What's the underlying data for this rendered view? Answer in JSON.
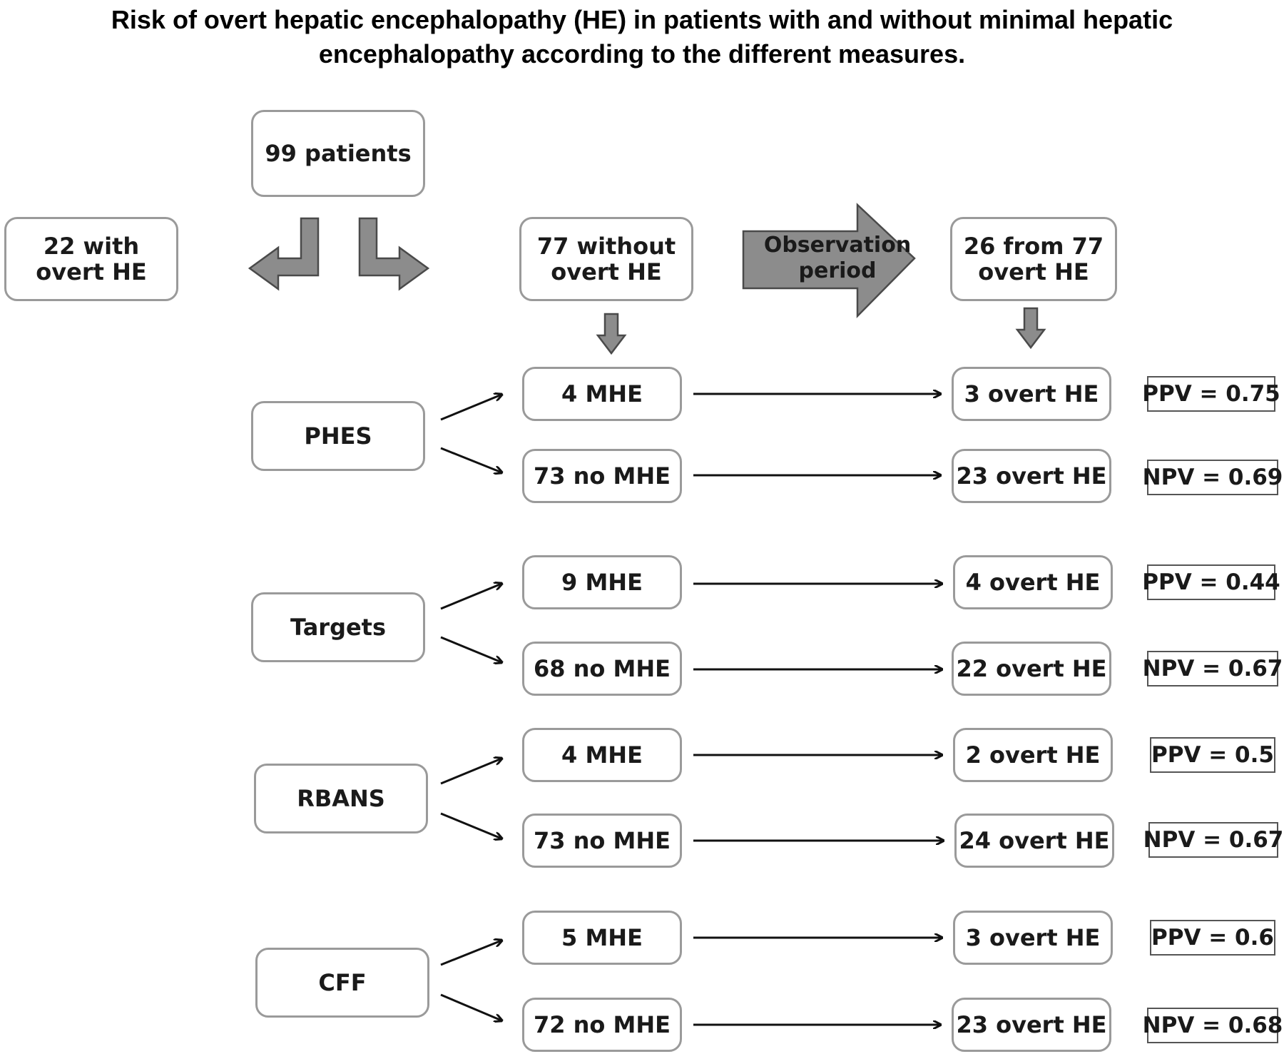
{
  "title": {
    "line1": "Risk of overt hepatic encephalopathy (HE) in patients with and without minimal hepatic",
    "line2": "encephalopathy according to the different measures."
  },
  "top": {
    "total": "99 patients",
    "with_he": [
      "22 with",
      "overt HE"
    ],
    "without_he": [
      "77 without",
      "overt HE"
    ],
    "observation": [
      "Observation",
      "period"
    ],
    "followup": [
      "26 from 77",
      "overt HE"
    ]
  },
  "measures": [
    {
      "name": "PHES",
      "mhe": "4 MHE",
      "mhe_outcome": "3 overt HE",
      "ppv": "PPV = 0.75",
      "no_mhe": "73 no MHE",
      "no_mhe_outcome": "23 overt HE",
      "npv": "NPV = 0.69"
    },
    {
      "name": "Targets",
      "mhe": "9 MHE",
      "mhe_outcome": "4 overt HE",
      "ppv": "PPV = 0.44",
      "no_mhe": "68 no MHE",
      "no_mhe_outcome": "22 overt HE",
      "npv": "NPV = 0.67"
    },
    {
      "name": "RBANS",
      "mhe": "4 MHE",
      "mhe_outcome": "2 overt HE",
      "ppv": "PPV = 0.5",
      "no_mhe": "73 no MHE",
      "no_mhe_outcome": "24 overt HE",
      "npv": "NPV = 0.67"
    },
    {
      "name": "CFF",
      "mhe": "5 MHE",
      "mhe_outcome": "3 overt HE",
      "ppv": "PPV = 0.6",
      "no_mhe": "72 no MHE",
      "no_mhe_outcome": "23 overt HE",
      "npv": "NPV = 0.68"
    }
  ],
  "colors": {
    "box_border": "#9a9a9a",
    "arrow_fill": "#8c8c8c",
    "arrow_stroke": "#4a4a4a"
  }
}
